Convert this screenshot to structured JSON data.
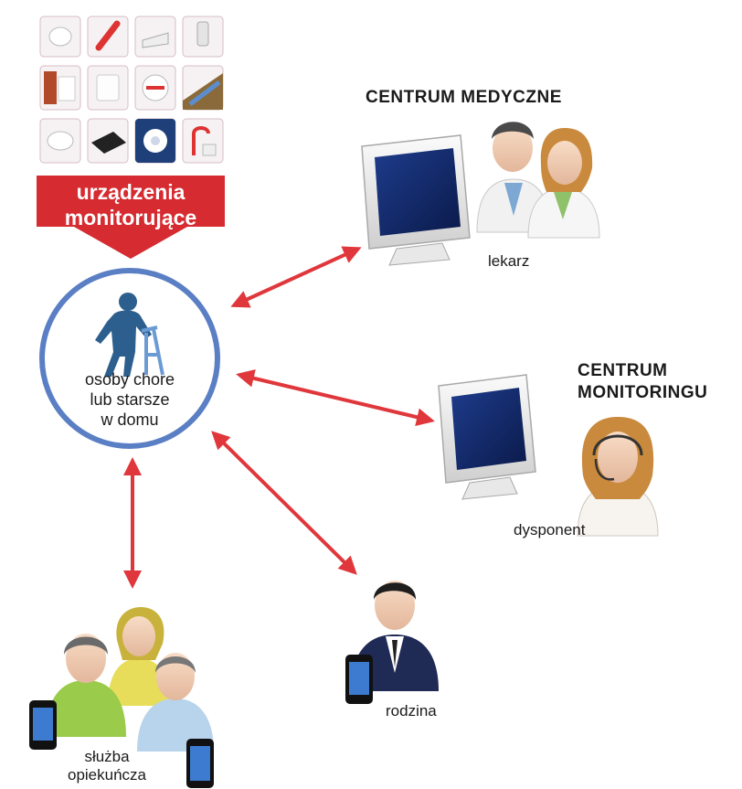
{
  "banner": {
    "line1": "urządzenia",
    "line2": "monitorujące",
    "color": "#d52b31"
  },
  "center": {
    "line1": "osoby chore",
    "line2": "lub starsze",
    "line3": "w domu",
    "ring_color": "#5b7fc4"
  },
  "nodes": {
    "medical_center": {
      "title": "CENTRUM MEDYCZNE",
      "role": "lekarz"
    },
    "monitoring_center": {
      "title_line1": "CENTRUM",
      "title_line2": "MONITORINGU",
      "role": "dysponent"
    },
    "family": {
      "role": "rodzina"
    },
    "care_service": {
      "role_line1": "służba",
      "role_line2": "opiekuńcza"
    }
  },
  "arrow_color": "#e0373c",
  "icons": [
    "monitoring-device-icon",
    "walker-person-icon",
    "computer-monitor-icon",
    "doctor-icon",
    "headset-operator-icon",
    "family-member-icon",
    "caregiver-group-icon",
    "smartphone-icon"
  ]
}
